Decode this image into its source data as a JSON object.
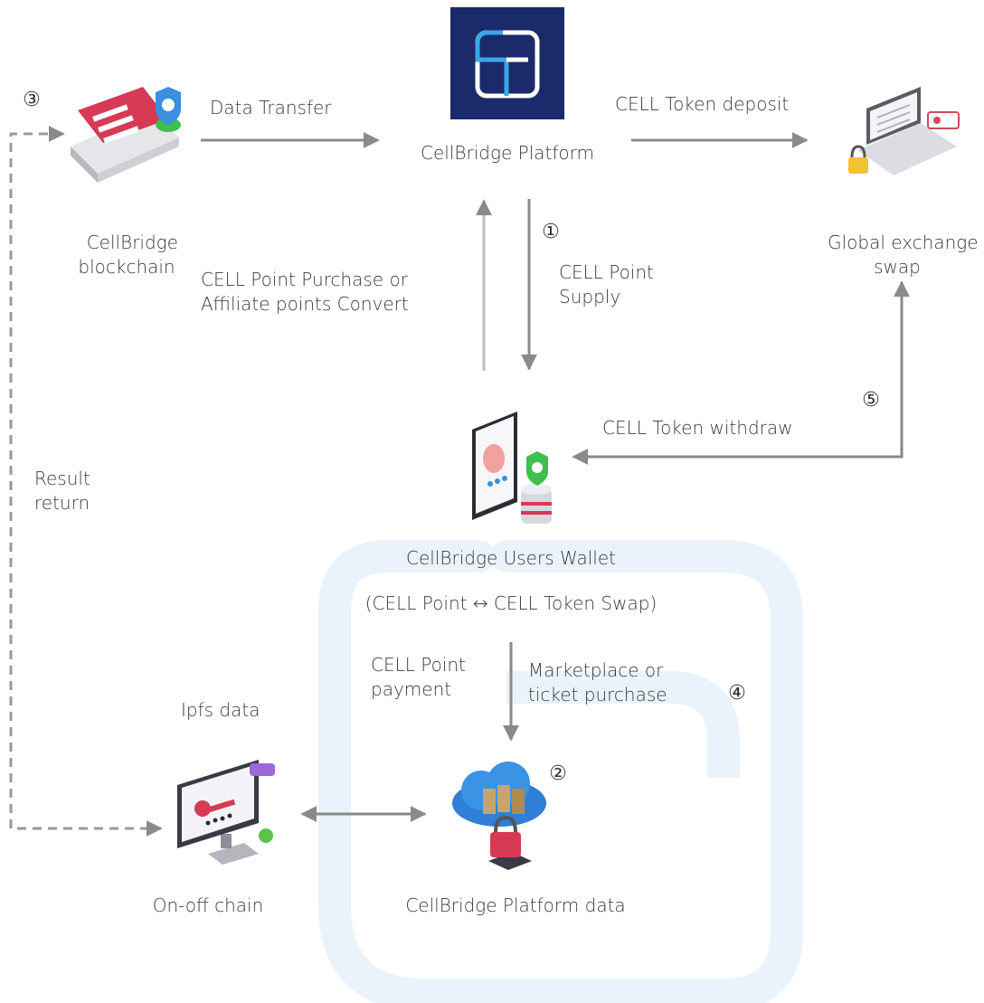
{
  "nodes": {
    "platform_label": "CellBridge Platform",
    "blockchain_label": "CellBridge\nblockchain",
    "exchange_label": "Global exchange\nswap",
    "wallet_label": "CellBridge Users Wallet",
    "wallet_sublabel": "(CELL Point ↔ CELL Token Swap)",
    "onoff_label": "On-off chain",
    "platform_data_label": "CellBridge Platform data"
  },
  "edges": {
    "data_transfer": "Data Transfer",
    "token_deposit": "CELL Token deposit",
    "point_supply": "CELL Point\nSupply",
    "point_purchase": "CELL Point Purchase or\nAffiliate points Convert",
    "token_withdraw": "CELL Token withdraw",
    "result_return": "Result\nreturn",
    "point_payment": "CELL Point\npayment",
    "marketplace": "Marketplace or\nticket purchase",
    "ipfs_data": "Ipfs data"
  },
  "steps": {
    "s1": "①",
    "s2": "②",
    "s3": "③",
    "s4": "④",
    "s5": "⑤"
  },
  "colors": {
    "logo_bg": "#1b2a6b",
    "logo_accent": "#3aa7e8",
    "arrow": "#8a8a8a",
    "watermark": "#eaf3fb"
  }
}
